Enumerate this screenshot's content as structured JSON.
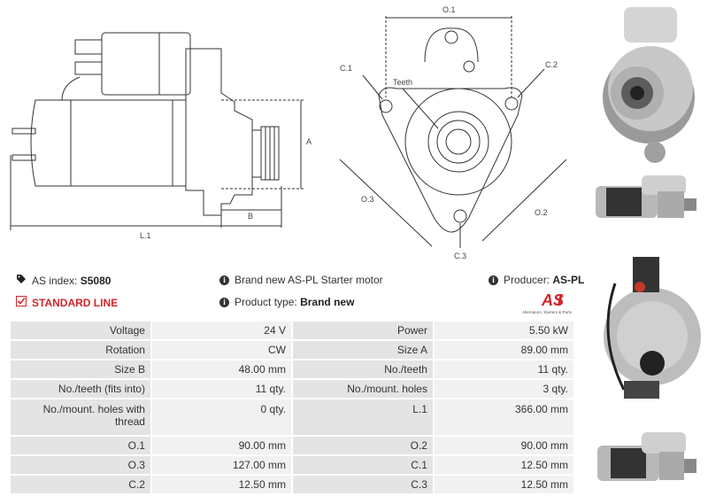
{
  "drawing_side": {
    "label_A": "A",
    "label_B": "B",
    "label_L1": "L.1"
  },
  "drawing_front": {
    "label_O1": "O.1",
    "label_O2": "O.2",
    "label_O3": "O.3",
    "label_C1": "C.1",
    "label_C2": "C.2",
    "label_C3": "C.3",
    "label_teeth": "Teeth"
  },
  "info": {
    "as_index_label": "AS index:",
    "as_index_value": "S5080",
    "description": "Brand new AS-PL Starter motor",
    "producer_label": "Producer:",
    "producer_value": "AS-PL",
    "standard_line": "STANDARD LINE",
    "product_type_label": "Product type:",
    "product_type_value": "Brand new"
  },
  "logo": {
    "text": "AS",
    "tagline": "Alternators, Starters & Parts",
    "color": "#d4242b"
  },
  "spec_rows": [
    {
      "k1": "Voltage",
      "v1": "24 V",
      "k2": "Power",
      "v2": "5.50 kW"
    },
    {
      "k1": "Rotation",
      "v1": "CW",
      "k2": "Size A",
      "v2": "89.00 mm"
    },
    {
      "k1": "Size B",
      "v1": "48.00 mm",
      "k2": "No./teeth",
      "v2": "11 qty."
    },
    {
      "k1": "No./teeth (fits into)",
      "v1": "11 qty.",
      "k2": "No./mount. holes",
      "v2": "3 qty."
    },
    {
      "k1": "No./mount. holes with thread",
      "v1": "0 qty.",
      "k2": "L.1",
      "v2": "366.00 mm"
    },
    {
      "k1": "O.1",
      "v1": "90.00 mm",
      "k2": "O.2",
      "v2": "90.00 mm"
    },
    {
      "k1": "O.3",
      "v1": "127.00 mm",
      "k2": "C.1",
      "v2": "12.50 mm"
    },
    {
      "k1": "C.2",
      "v1": "12.50 mm",
      "k2": "C.3",
      "v2": "12.50 mm"
    }
  ],
  "icons": {
    "tag": "tag-icon",
    "info": "info-icon",
    "checkbox": "checked-box-icon"
  }
}
